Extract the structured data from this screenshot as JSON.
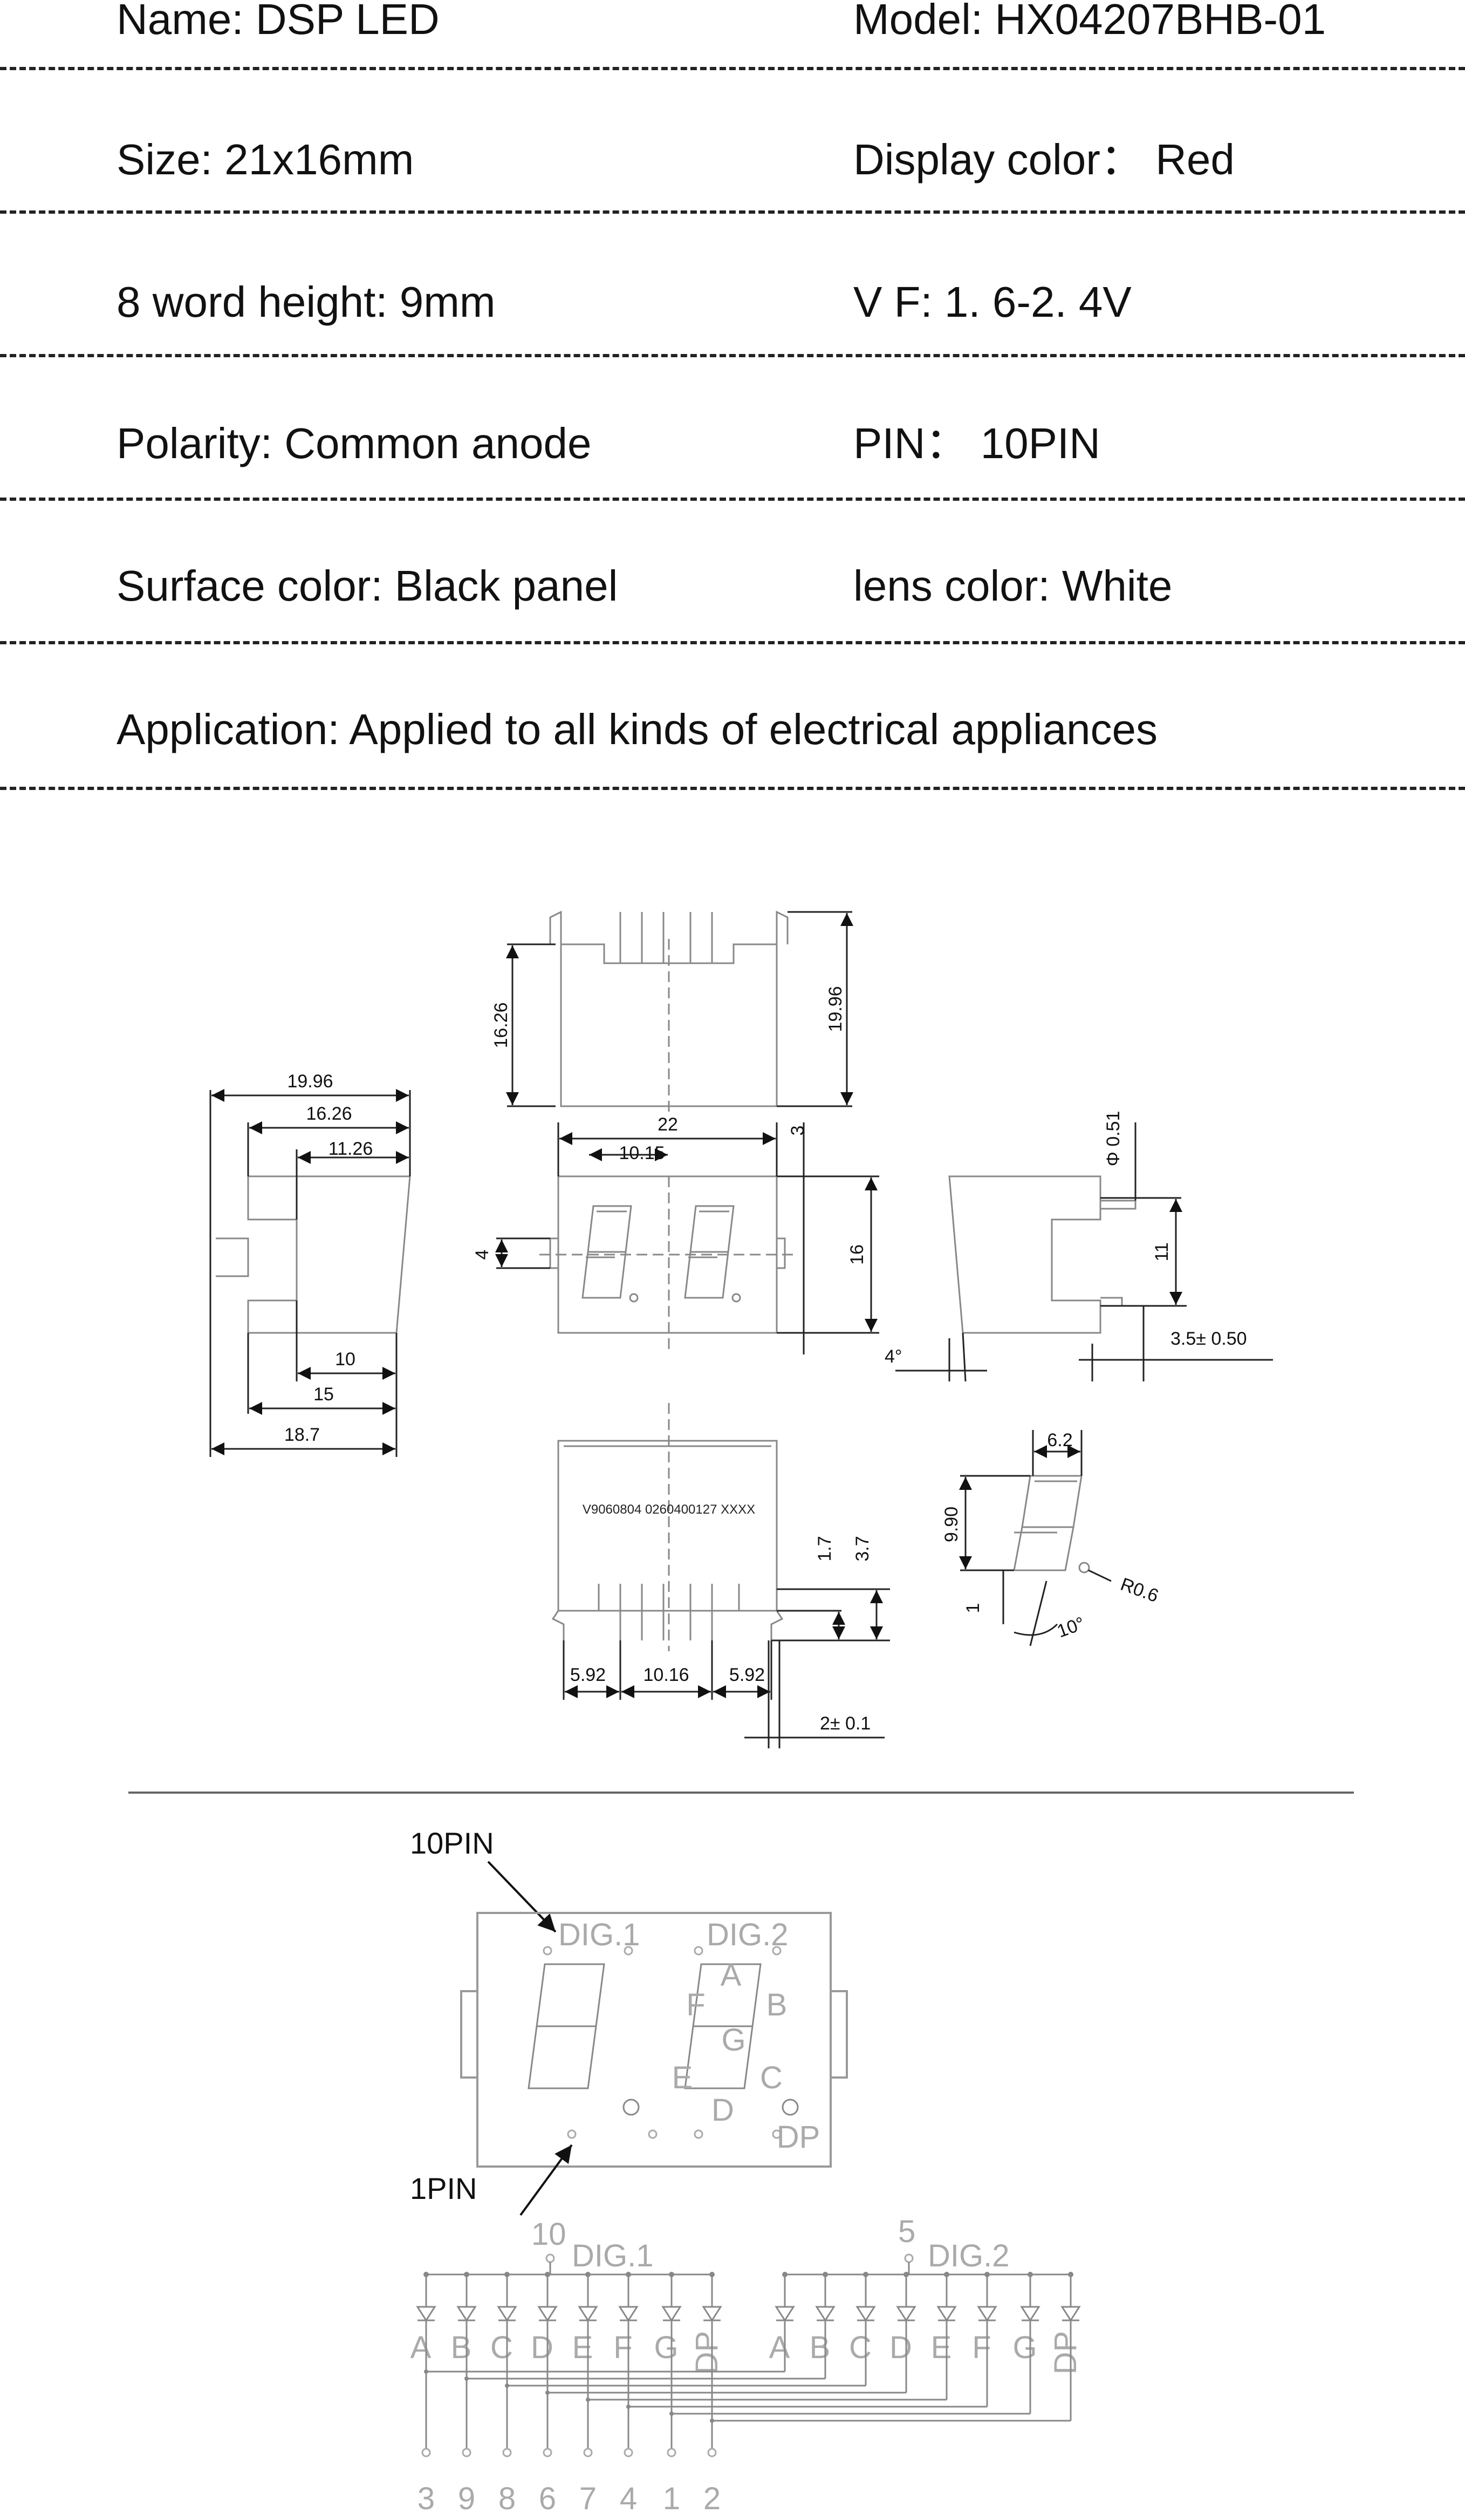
{
  "spec_rows": [
    {
      "left": "Name: DSP LED",
      "right": "Model: HX04207BHB-01"
    },
    {
      "left": "Size: 21x16mm",
      "right": "Display color： Red"
    },
    {
      "left": "8 word height: 9mm",
      "right": " V F: 1. 6-2. 4V"
    },
    {
      "left": "Polarity: Common anode",
      "right": "PIN： 10PIN"
    },
    {
      "left": "Surface color: Black panel",
      "right": "lens color: White"
    },
    {
      "left": "Application: Applied to all kinds of electrical appliances",
      "right": ""
    }
  ],
  "dims": {
    "top_left_height": "16.26",
    "top_right_height": "19.96",
    "side_19_96": "19.96",
    "side_16_26": "16.26",
    "side_11_26": "11.26",
    "side_10": "10",
    "side_15": "15",
    "side_18_7": "18.7",
    "front_width": "22",
    "front_10_15": "10.15",
    "front_3": "3",
    "front_4": "4",
    "front_16": "16",
    "right_phi": "Φ 0.51",
    "right_11": "11",
    "right_35": "3.5±  0.50",
    "angle_4": "4°",
    "bottom_label": "V9060804  0260400127  XXXX",
    "bottom_17": "1.7",
    "bottom_37": "3.7",
    "bottom_592_left": "5.92",
    "bottom_1016": "10.16",
    "bottom_592_right": "5.92",
    "bottom_2": "2±  0.1",
    "digit_62": "6.2",
    "digit_990": "9.90",
    "digit_1": "1",
    "digit_r06": "R0.6",
    "digit_10": "10°"
  },
  "pinout": {
    "pin10_label": "10PIN",
    "pin1_label": "1PIN",
    "dig1": "DIG.1",
    "dig2": "DIG.2",
    "seg_a": "A",
    "seg_b": "B",
    "seg_c": "C",
    "seg_d": "D",
    "seg_e": "E",
    "seg_f": "F",
    "seg_g": "G",
    "seg_dp": "DP"
  },
  "circuit": {
    "com1_pin": "10",
    "com1_label": "DIG.1",
    "com2_pin": "5",
    "com2_label": "DIG.2",
    "segments": [
      "A",
      "B",
      "C",
      "D",
      "E",
      "F",
      "G",
      "DP"
    ],
    "bottom_pins": [
      "3",
      "9",
      "8",
      "6",
      "7",
      "4",
      "1",
      "2"
    ]
  }
}
